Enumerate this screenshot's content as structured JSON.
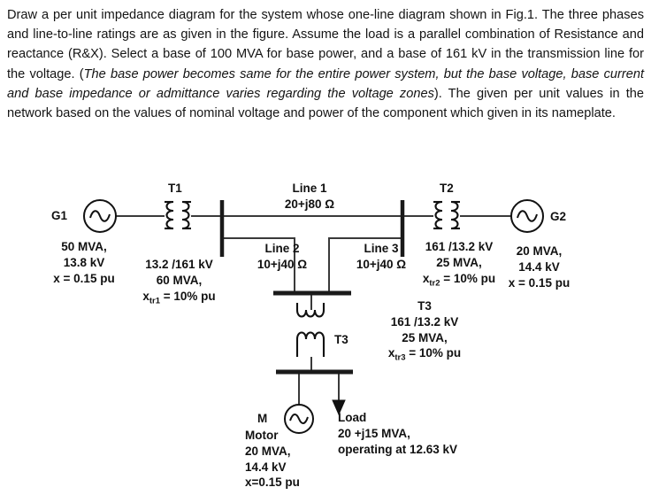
{
  "problem": {
    "segments": [
      {
        "text": "Draw a per unit impedance diagram for the system whose one-line diagram shown in Fig.1. The three phases and line-to-line ratings are as given in the figure. Assume the load is a parallel combination of Resistance and reactance (R&X). Select a base of 100 MVA for base power, and a base of 161 kV in the transmission line for the voltage. (",
        "italic": false
      },
      {
        "text": "The base power becomes same for the entire power system, but the base voltage, base current and base impedance or admittance varies regarding the voltage zones",
        "italic": true
      },
      {
        "text": "). The given per unit values in the network based on the values of nominal voltage and power of the component which given in its nameplate.",
        "italic": false
      }
    ]
  },
  "diagram": {
    "generator_g1": {
      "tag": "G1",
      "rating_mva": "50 MVA,",
      "voltage": "13.8 kV",
      "reactance": "x = 0.15 pu"
    },
    "transformer_t1": {
      "tag": "T1",
      "voltage_ratio": "13.2 /161 kV",
      "rating_mva": "60 MVA,",
      "reactance_label": "x",
      "reactance_sub": "tr1",
      "reactance_value": " = 10% pu"
    },
    "line_1": {
      "name": "Line 1",
      "impedance": "20+j80 Ω"
    },
    "line_2": {
      "name": "Line 2",
      "impedance": "10+j40 Ω"
    },
    "line_3": {
      "name": "Line 3",
      "impedance": "10+j40 Ω"
    },
    "transformer_t2": {
      "tag": "T2",
      "voltage_ratio": "161 /13.2 kV",
      "rating_mva": "25 MVA,",
      "reactance_label": "x",
      "reactance_sub": "tr2",
      "reactance_value": " = 10% pu"
    },
    "generator_g2": {
      "tag": "G2",
      "rating_mva": "20 MVA,",
      "voltage": "14.4 kV",
      "reactance": "x = 0.15 pu"
    },
    "transformer_t3": {
      "tag": "T3",
      "block_tag": "T3",
      "voltage_ratio": "161 /13.2 kV",
      "rating_mva": "25 MVA,",
      "reactance_label": "x",
      "reactance_sub": "tr3",
      "reactance_value": " = 10% pu"
    },
    "motor": {
      "tag": "M",
      "name": "Motor",
      "rating_mva": "20 MVA,",
      "voltage": "14.4 kV",
      "reactance": "x=0.15 pu"
    },
    "load": {
      "name": "Load",
      "power": "20 +j15 MVA,",
      "operating": "operating at 12.63 kV"
    },
    "colors": {
      "ink": "#111111",
      "wire": "#3a3a3a",
      "bus": "#1a1a1a"
    }
  }
}
